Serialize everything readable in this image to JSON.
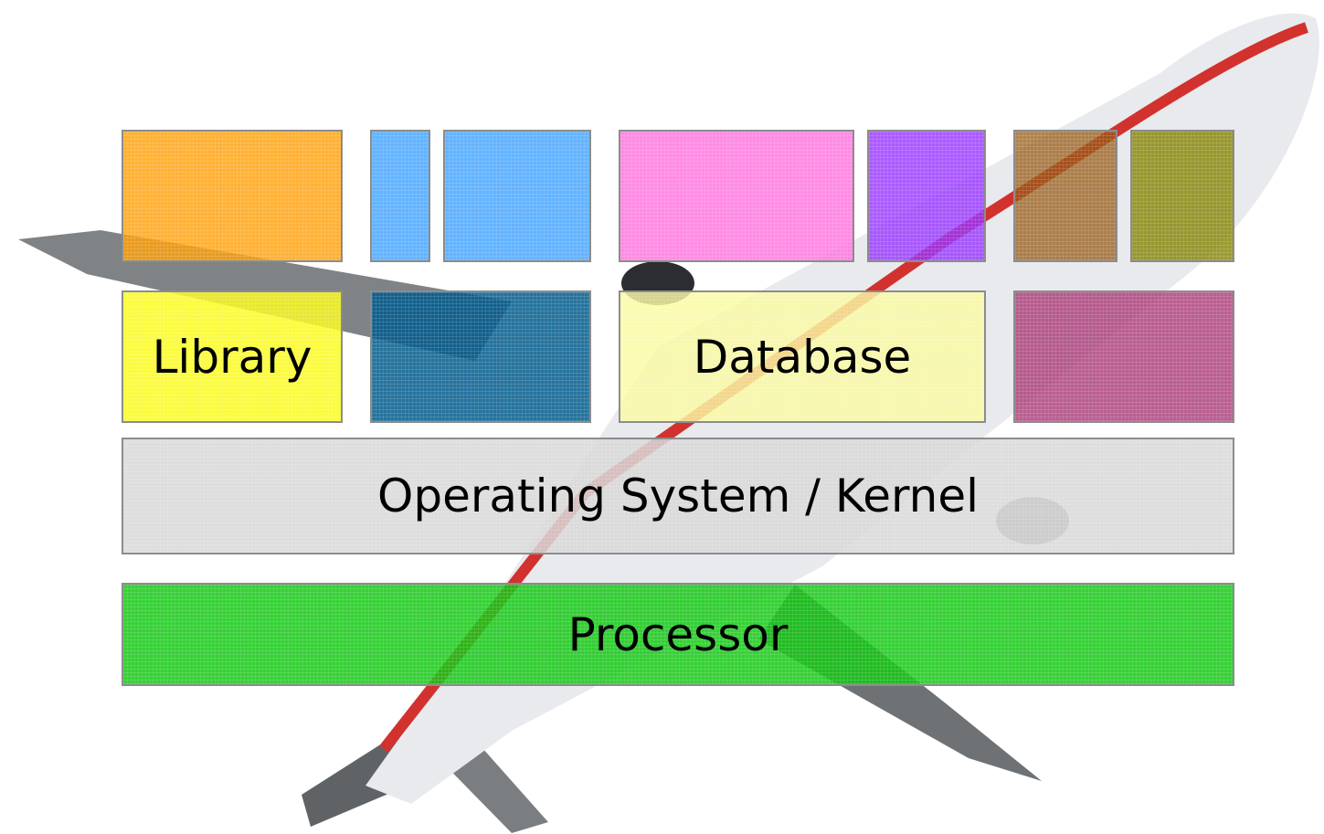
{
  "diagram": {
    "top_row": [
      {
        "name": "orange-block",
        "color": "rgba(255,160,10,0.82)"
      },
      {
        "name": "blue-block-small",
        "color": "rgba(60,160,255,0.80)"
      },
      {
        "name": "blue-block",
        "color": "rgba(60,160,255,0.80)"
      },
      {
        "name": "pink-block",
        "color": "rgba(255,110,220,0.80)"
      },
      {
        "name": "purple-block",
        "color": "rgba(150,50,255,0.80)"
      },
      {
        "name": "brown-block",
        "color": "rgba(150,90,20,0.75)"
      },
      {
        "name": "olive-block",
        "color": "rgba(130,130,0,0.80)"
      }
    ],
    "middle_row": [
      {
        "name": "library-block",
        "label": "Library",
        "color": "rgba(250,250,30,0.85)"
      },
      {
        "name": "teal-block",
        "label": "",
        "color": "rgba(0,90,140,0.85)"
      },
      {
        "name": "database-block",
        "label": "Database",
        "color": "rgba(250,250,160,0.82)"
      },
      {
        "name": "mauve-block",
        "label": "",
        "color": "rgba(170,60,120,0.82)"
      }
    ],
    "kernel": {
      "label": "Operating System / Kernel",
      "color": "rgba(215,215,215,0.85)"
    },
    "processor": {
      "label": "Processor",
      "color": "rgba(20,200,20,0.85)"
    }
  }
}
